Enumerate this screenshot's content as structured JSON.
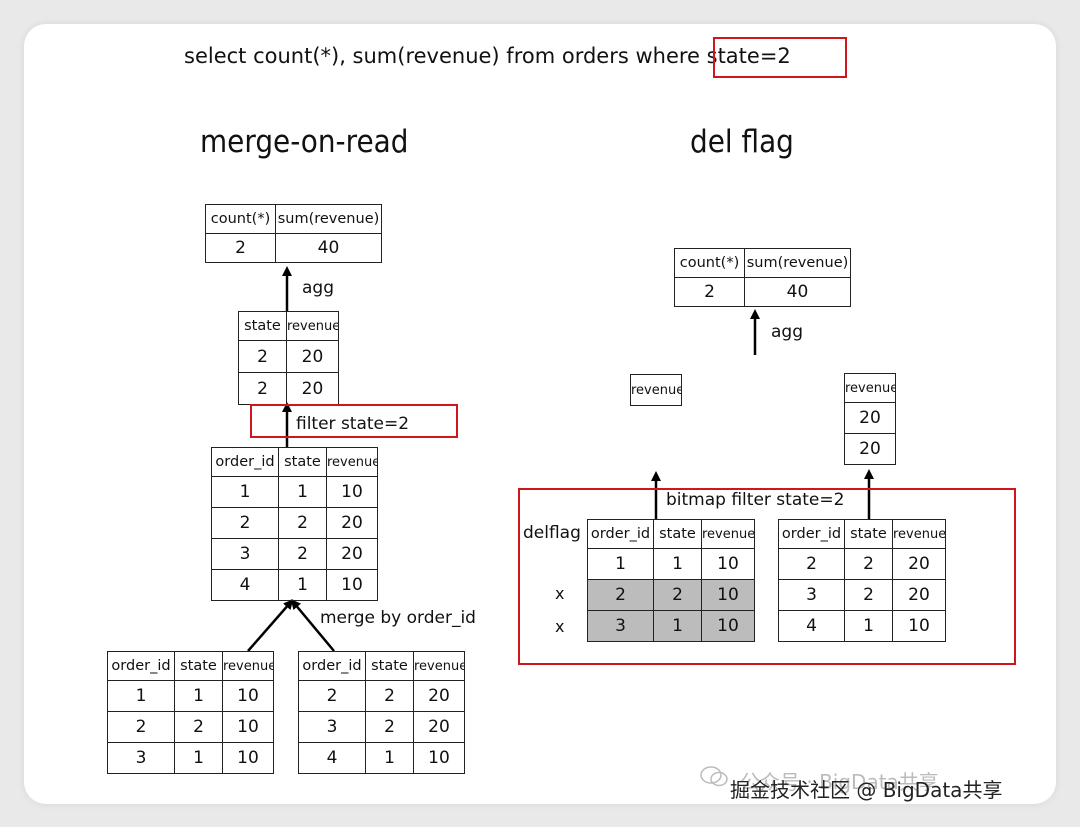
{
  "query": "select count(*), sum(revenue) from orders where state=2",
  "headings": {
    "left": "merge-on-read",
    "right": "del flag"
  },
  "labels": {
    "agg": "agg",
    "filter": "filter state=2",
    "merge": "merge by order_id",
    "bitmap": "bitmap filter state=2",
    "delflag": "delflag",
    "delmark": "x"
  },
  "agg_table": {
    "headers": [
      "count(*)",
      "sum(revenue)"
    ],
    "row": [
      "2",
      "40"
    ]
  },
  "filtered_table": {
    "headers": [
      "state",
      "revenue"
    ],
    "rows": [
      [
        "2",
        "20"
      ],
      [
        "2",
        "20"
      ]
    ]
  },
  "merged_table": {
    "headers": [
      "order_id",
      "state",
      "revenue"
    ],
    "rows": [
      [
        "1",
        "1",
        "10"
      ],
      [
        "2",
        "2",
        "20"
      ],
      [
        "3",
        "2",
        "20"
      ],
      [
        "4",
        "1",
        "10"
      ]
    ]
  },
  "source_a": {
    "headers": [
      "order_id",
      "state",
      "revenue"
    ],
    "rows": [
      [
        "1",
        "1",
        "10"
      ],
      [
        "2",
        "2",
        "10"
      ],
      [
        "3",
        "1",
        "10"
      ]
    ]
  },
  "source_b": {
    "headers": [
      "order_id",
      "state",
      "revenue"
    ],
    "rows": [
      [
        "2",
        "2",
        "20"
      ],
      [
        "3",
        "2",
        "20"
      ],
      [
        "4",
        "1",
        "10"
      ]
    ]
  },
  "right_agg_table": {
    "headers": [
      "count(*)",
      "sum(revenue)"
    ],
    "row": [
      "2",
      "40"
    ]
  },
  "right_empty_table": {
    "header": "revenue"
  },
  "right_result_table": {
    "header": "revenue",
    "values": [
      "20",
      "20"
    ]
  },
  "delflag_table_a": {
    "headers": [
      "order_id",
      "state",
      "revenue"
    ],
    "rows": [
      [
        "1",
        "1",
        "10"
      ],
      [
        "2",
        "2",
        "10"
      ],
      [
        "3",
        "1",
        "10"
      ]
    ]
  },
  "delflag_table_b": {
    "headers": [
      "order_id",
      "state",
      "revenue"
    ],
    "rows": [
      [
        "2",
        "2",
        "20"
      ],
      [
        "3",
        "2",
        "20"
      ],
      [
        "4",
        "1",
        "10"
      ]
    ]
  },
  "watermark": {
    "text": "掘金技术社区 @ BigData共享",
    "faint": "公众号 · BigData共享"
  },
  "colors": {
    "highlight": "#d0161c",
    "deleted_row": "#bcbcbc"
  }
}
